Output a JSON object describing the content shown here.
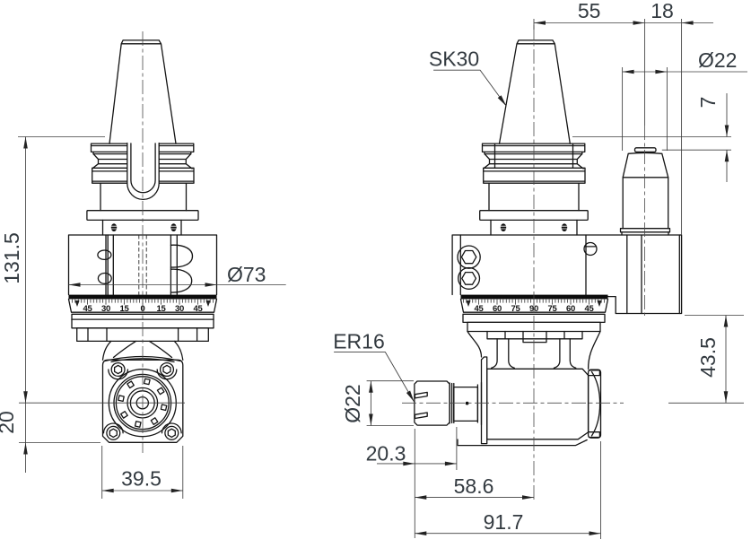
{
  "title": "Angle head tool holder - 2-view technical drawing",
  "views": {
    "front": "front-view",
    "side": "side-view"
  },
  "labels": {
    "taper": "SK30",
    "collet": "ER16"
  },
  "dimensions": {
    "overall_height": "131.5",
    "spindle_drop": "20",
    "head_width": "39.5",
    "body_diameter": "Ø73",
    "axis_to_knob": "55",
    "knob_to_edge": "18",
    "knob_diameter": "Ø22",
    "knob_stickout": "7",
    "block_to_axis": "43.5",
    "nut_diameter": "Ø22",
    "nut_length": "20.3",
    "nut_to_axis": "58.6",
    "overall_length": "91.7"
  },
  "dials": {
    "front": {
      "labels": [
        "45",
        "30",
        "15",
        "0",
        "15",
        "30",
        "45"
      ]
    },
    "side": {
      "labels": [
        "45",
        "60",
        "75",
        "90",
        "75",
        "60",
        "45"
      ]
    }
  },
  "colors": {
    "background": "#ffffff",
    "line": "#141414",
    "dimension_line": "#3f3f3f",
    "text": "#333a40"
  }
}
